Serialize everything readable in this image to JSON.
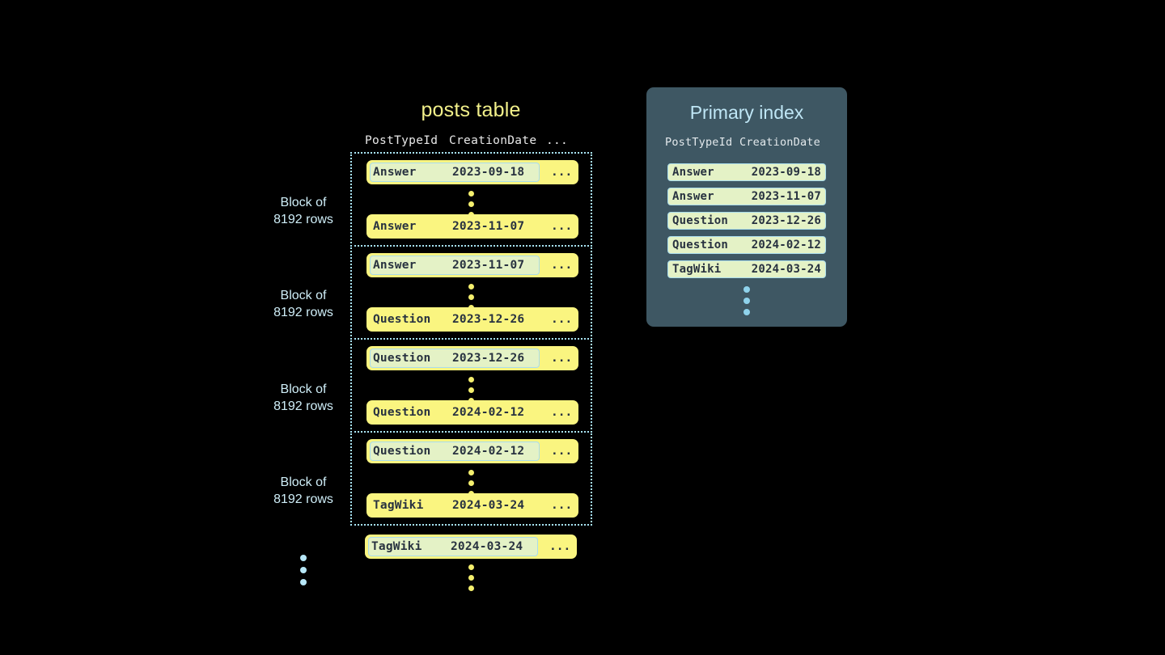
{
  "posts_table": {
    "title": "posts table",
    "columns": [
      "PostTypeId",
      "CreationDate",
      "..."
    ],
    "blocks": [
      {
        "label_line1": "Block of",
        "label_line2": "8192 rows",
        "first_row": {
          "type": "Answer",
          "date": "2023-09-18",
          "rest": "...",
          "highlighted": true
        },
        "last_row": {
          "type": "Answer",
          "date": "2023-11-07",
          "rest": "...",
          "highlighted": false
        }
      },
      {
        "label_line1": "Block of",
        "label_line2": "8192 rows",
        "first_row": {
          "type": "Answer",
          "date": "2023-11-07",
          "rest": "...",
          "highlighted": true
        },
        "last_row": {
          "type": "Question",
          "date": "2023-12-26",
          "rest": "...",
          "highlighted": false
        }
      },
      {
        "label_line1": "Block of",
        "label_line2": "8192 rows",
        "first_row": {
          "type": "Question",
          "date": "2023-12-26",
          "rest": "...",
          "highlighted": true
        },
        "last_row": {
          "type": "Question",
          "date": "2024-02-12",
          "rest": "...",
          "highlighted": false
        }
      },
      {
        "label_line1": "Block of",
        "label_line2": "8192 rows",
        "first_row": {
          "type": "Question",
          "date": "2024-02-12",
          "rest": "...",
          "highlighted": true
        },
        "last_row": {
          "type": "TagWiki",
          "date": "2024-03-24",
          "rest": "...",
          "highlighted": false
        }
      }
    ],
    "trailing_row": {
      "type": "TagWiki",
      "date": "2024-03-24",
      "rest": "...",
      "highlighted": true
    }
  },
  "primary_index": {
    "title": "Primary index",
    "columns": [
      "PostTypeId",
      "CreationDate"
    ],
    "rows": [
      {
        "type": "Answer",
        "date": "2023-09-18"
      },
      {
        "type": "Answer",
        "date": "2023-11-07"
      },
      {
        "type": "Question",
        "date": "2023-12-26"
      },
      {
        "type": "Question",
        "date": "2024-02-12"
      },
      {
        "type": "TagWiki",
        "date": "2024-03-24"
      }
    ]
  },
  "colors": {
    "background": "#000000",
    "row_yellow": "#faf580",
    "highlight_green": "#e4f2c6",
    "highlight_border": "#a9dcec",
    "block_border": "#a9e4f5",
    "panel_bg": "#3e5763",
    "title_yellow": "#f2f08a",
    "title_blue": "#bfe6f5",
    "dot_yellow": "#f4ef6e",
    "dot_blue": "#8fd3ec"
  }
}
